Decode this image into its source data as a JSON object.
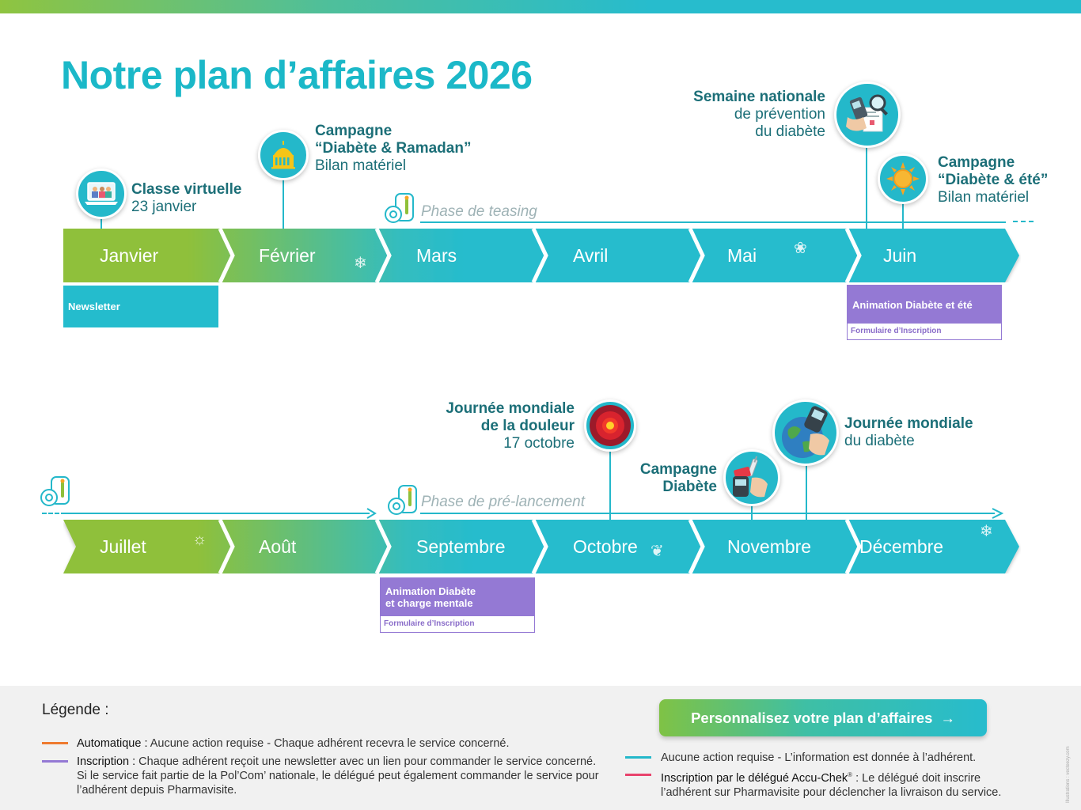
{
  "header": {
    "title": "Notre plan d’affaires 2026"
  },
  "months_row1": [
    "Janvier",
    "Février",
    "Mars",
    "Avril",
    "Mai",
    "Juin"
  ],
  "months_row2": [
    "Juillet",
    "Août",
    "Septembre",
    "Octobre",
    "Novembre",
    "Décembre"
  ],
  "events": {
    "classe": {
      "title": "Classe virtuelle",
      "date": "23 janvier"
    },
    "ramadan": {
      "line1": "Campagne",
      "line2": "“Diabète & Ramadan”",
      "line3": "Bilan matériel"
    },
    "semaine": {
      "line1": "Semaine nationale",
      "line2": "de prévention",
      "line3": "du diabète"
    },
    "ete": {
      "line1": "Campagne",
      "line2": "“Diabète & été”",
      "line3": "Bilan matériel"
    },
    "douleur": {
      "line1": "Journée mondiale",
      "line2": "de la douleur",
      "line3": "17 octobre"
    },
    "campagne_diabete": {
      "line1": "Campagne",
      "line2": "Diabète"
    },
    "mondiale_diabete": {
      "line1": "Journée mondiale",
      "line2": "du diabète"
    }
  },
  "phases": {
    "teasing": "Phase de teasing",
    "prelancement": "Phase de pré-lancement"
  },
  "boxes": {
    "newsletter": "Newsletter",
    "animation_ete": {
      "title": "Animation Diabète et été",
      "sub": "Formulaire d’Inscription"
    },
    "animation_charge": {
      "title_l1": "Animation Diabète",
      "title_l2": "et charge mentale",
      "sub": "Formulaire d’Inscription"
    }
  },
  "legend": {
    "title": "Légende :",
    "auto_bold": "Automatique :",
    "auto_text": " Aucune action requise - Chaque adhérent recevra le service concerné.",
    "insc_bold": "Inscription :",
    "insc_text1": " Chaque adhérent reçoit une newsletter avec un lien pour commander le service concerné.",
    "insc_text2": "Si le service fait partie de la Pol’Com’ nationale, le délégué peut également commander le service pour",
    "insc_text3": "l’adhérent depuis Pharmavisite.",
    "info_text": "Aucune action requise - L’information est donnée à l’adhérent.",
    "delegue_bold": "Inscription par le délégué Accu-Chek",
    "delegue_reg": "®",
    "delegue_text1": " : Le délégué doit inscrire",
    "delegue_text2": "l’adhérent sur Pharmavisite pour déclencher la livraison du service.",
    "colors": {
      "automatique": "#ee7a2f",
      "inscription": "#9479d4",
      "info": "#24b8ca",
      "delegue": "#e8436d"
    }
  },
  "cta": {
    "label": "Personnalisez votre plan d’affaires",
    "arrow": "→"
  },
  "credit": "Illustrations : vecteezy.com",
  "colors": {
    "teal": "#24bccd",
    "green": "#8fc03a",
    "purple": "#9479d4",
    "title": "#1bb8c8"
  },
  "icons": [
    "laptop-icon",
    "mosque-icon",
    "glucometer-icon",
    "sun-icon",
    "pain-target-icon",
    "injection-icon",
    "globe-icon",
    "glucometer-badge-icon",
    "snowflake-icon",
    "leaf-icon"
  ]
}
